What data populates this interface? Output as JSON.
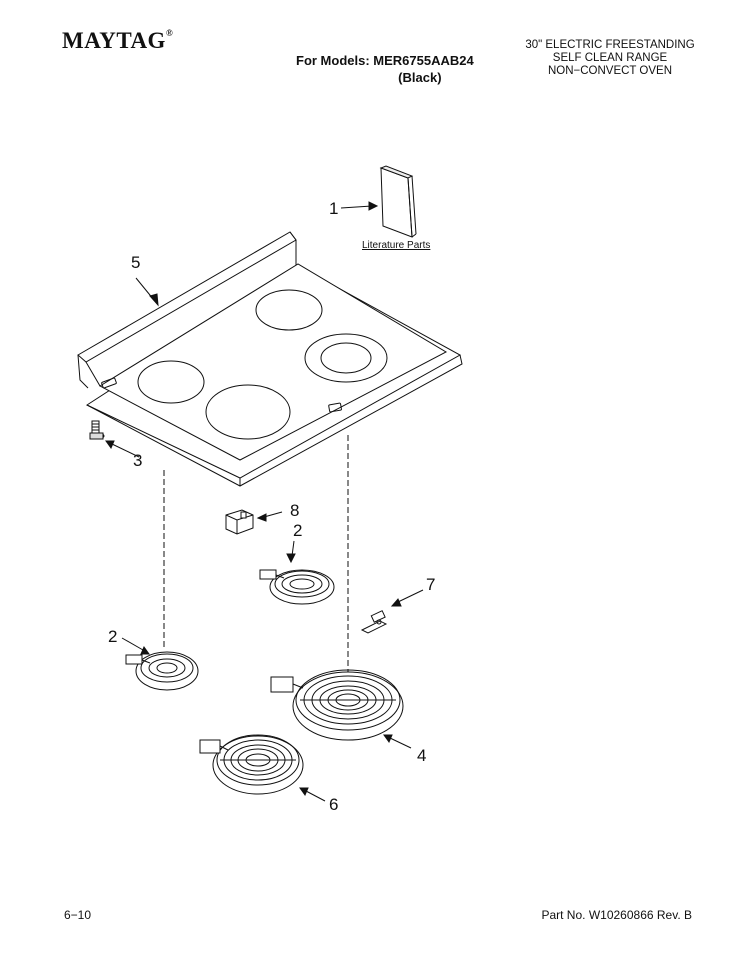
{
  "header": {
    "brand": "MAYTAG",
    "brand_mark": "®",
    "models_line": "For Models: MER6755AAB24",
    "color_line": "(Black)",
    "product_lines": [
      "30\" ELECTRIC FREESTANDING",
      "SELF CLEAN RANGE",
      "NON−CONVECT OVEN"
    ]
  },
  "diagram": {
    "literature_label": "Literature Parts",
    "callouts": [
      "1",
      "5",
      "3",
      "8",
      "2",
      "2",
      "7",
      "4",
      "6"
    ]
  },
  "footer": {
    "page_number": "6−10",
    "part_number": "Part No. W10260866 Rev. B"
  }
}
